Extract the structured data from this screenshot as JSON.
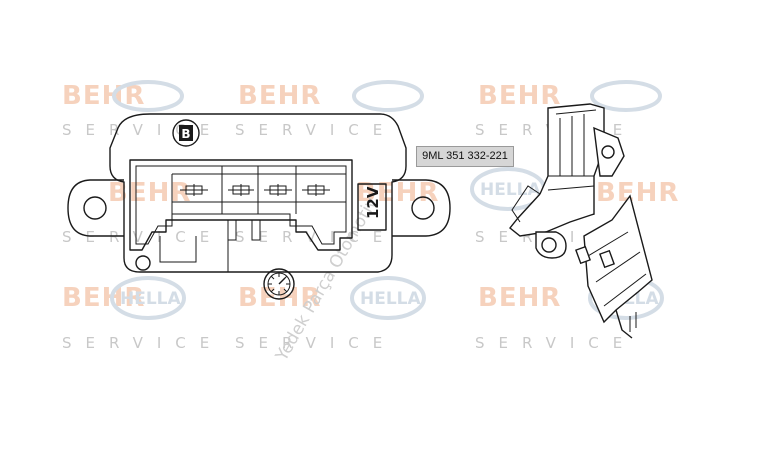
{
  "watermarks": {
    "behr": "BEHR",
    "hella": "HELLA",
    "service": "SERVICE",
    "shop": "Yedek Parça Otomotiv"
  },
  "drawing": {
    "voltage_label": "12V",
    "connector_badge": "B",
    "part_number": "9ML 351 332-221"
  },
  "colors": {
    "behr_watermark": "#f6d2bd",
    "hella_watermark": "#d4dde6",
    "service_watermark": "#c8c8c8",
    "line": "#1a1a1a",
    "label_background": "#d6d6d6"
  }
}
